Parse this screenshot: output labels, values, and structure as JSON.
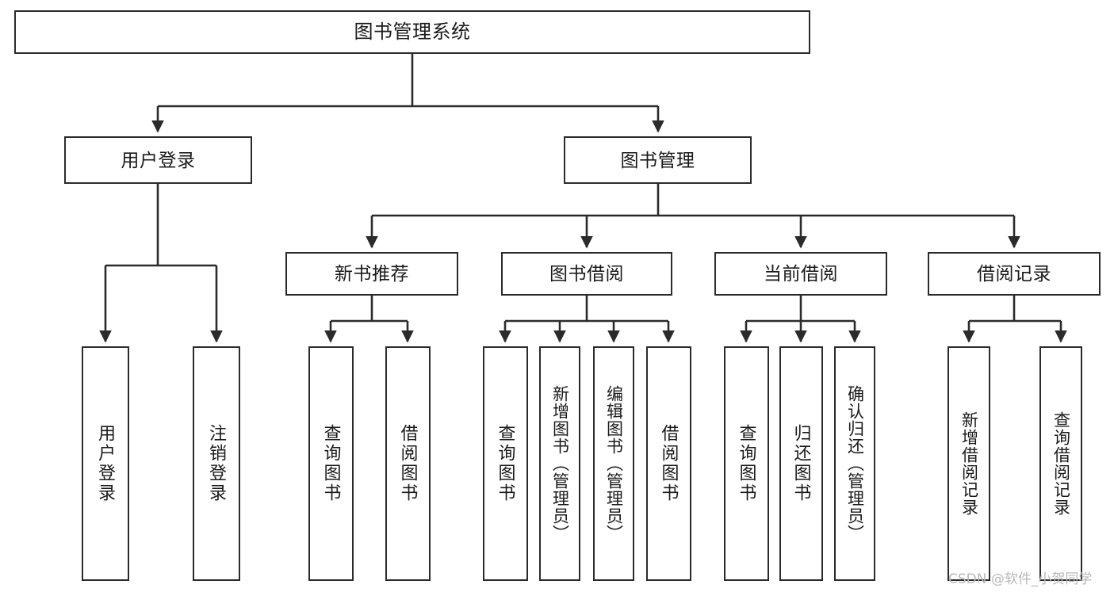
{
  "diagram": {
    "title": "图书管理系统",
    "type": "tree",
    "colors": {
      "box_border": "#2b2b2b",
      "box_fill": "#ffffff",
      "edge": "#2b2b2b",
      "text": "#1a1a1a",
      "watermark": "#b9b9b9",
      "background": "#ffffff"
    },
    "nodes": {
      "root": {
        "label": "图书管理系统"
      },
      "level1": [
        {
          "id": "user-login",
          "label": "用户登录"
        },
        {
          "id": "book-manage",
          "label": "图书管理"
        }
      ],
      "level2": [
        {
          "id": "new-book-recommend",
          "label": "新书推荐"
        },
        {
          "id": "book-borrow",
          "label": "图书借阅"
        },
        {
          "id": "current-borrow",
          "label": "当前借阅"
        },
        {
          "id": "borrow-record",
          "label": "借阅记录"
        }
      ],
      "leaves": {
        "user-login": [
          {
            "id": "leaf-user-login",
            "label": "用户登录"
          },
          {
            "id": "leaf-logout",
            "label": "注销登录"
          }
        ],
        "new-book-recommend": [
          {
            "id": "leaf-query-book-1",
            "label": "查询图书"
          },
          {
            "id": "leaf-borrow-book-1",
            "label": "借阅图书"
          }
        ],
        "book-borrow": [
          {
            "id": "leaf-query-book-2",
            "label": "查询图书"
          },
          {
            "id": "leaf-add-book",
            "label": "新增图书（管理员）"
          },
          {
            "id": "leaf-edit-book",
            "label": "编辑图书（管理员）"
          },
          {
            "id": "leaf-borrow-book-2",
            "label": "借阅图书"
          }
        ],
        "current-borrow": [
          {
            "id": "leaf-query-book-3",
            "label": "查询图书"
          },
          {
            "id": "leaf-return-book",
            "label": "归还图书"
          },
          {
            "id": "leaf-confirm-return",
            "label": "确认归还（管理员）"
          }
        ],
        "borrow-record": [
          {
            "id": "leaf-add-record",
            "label": "新增借阅记录"
          },
          {
            "id": "leaf-query-record",
            "label": "查询借阅记录"
          }
        ]
      }
    },
    "watermark": "CSDN @软件_小贺同学"
  }
}
